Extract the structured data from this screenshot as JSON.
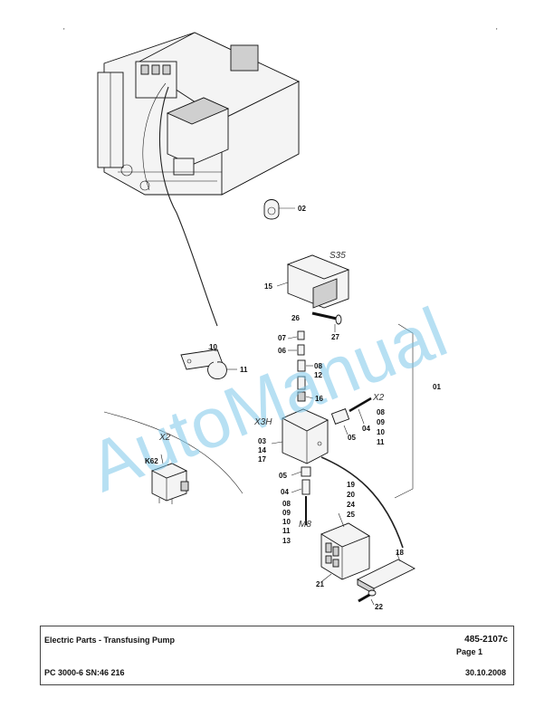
{
  "callouts": {
    "c01": "01",
    "c02": "02",
    "c03": "03",
    "c04a": "04",
    "c04b": "04",
    "c05a": "05",
    "c05b": "05",
    "c06": "06",
    "c07": "07",
    "c08a": "08",
    "c08b": "08",
    "c08c": "08",
    "c09a": "09",
    "c09b": "09",
    "c10": "10",
    "c10a": "10",
    "c10b": "10",
    "c11": "11",
    "c11a": "11",
    "c11b": "11",
    "c12": "12",
    "c13": "13",
    "c14": "14",
    "c15": "15",
    "c16": "16",
    "c17": "17",
    "c18": "18",
    "c19": "19",
    "c20": "20",
    "c21": "21",
    "c22": "22",
    "c24": "24",
    "c25": "25",
    "c26": "26",
    "c27": "27"
  },
  "designations": {
    "s35": "S35",
    "x2_top": "X2",
    "x2_left": "X2",
    "x3h": "X3H",
    "m8": "M8",
    "k62": "K62"
  },
  "watermark": "AutoManual",
  "footer": {
    "title": "Electric Parts - Transfusing Pump",
    "doc_number": "485-2107c",
    "page": "Page 1",
    "model": "PC 3000-6 SN:46 216",
    "date": "30.10.2008"
  }
}
